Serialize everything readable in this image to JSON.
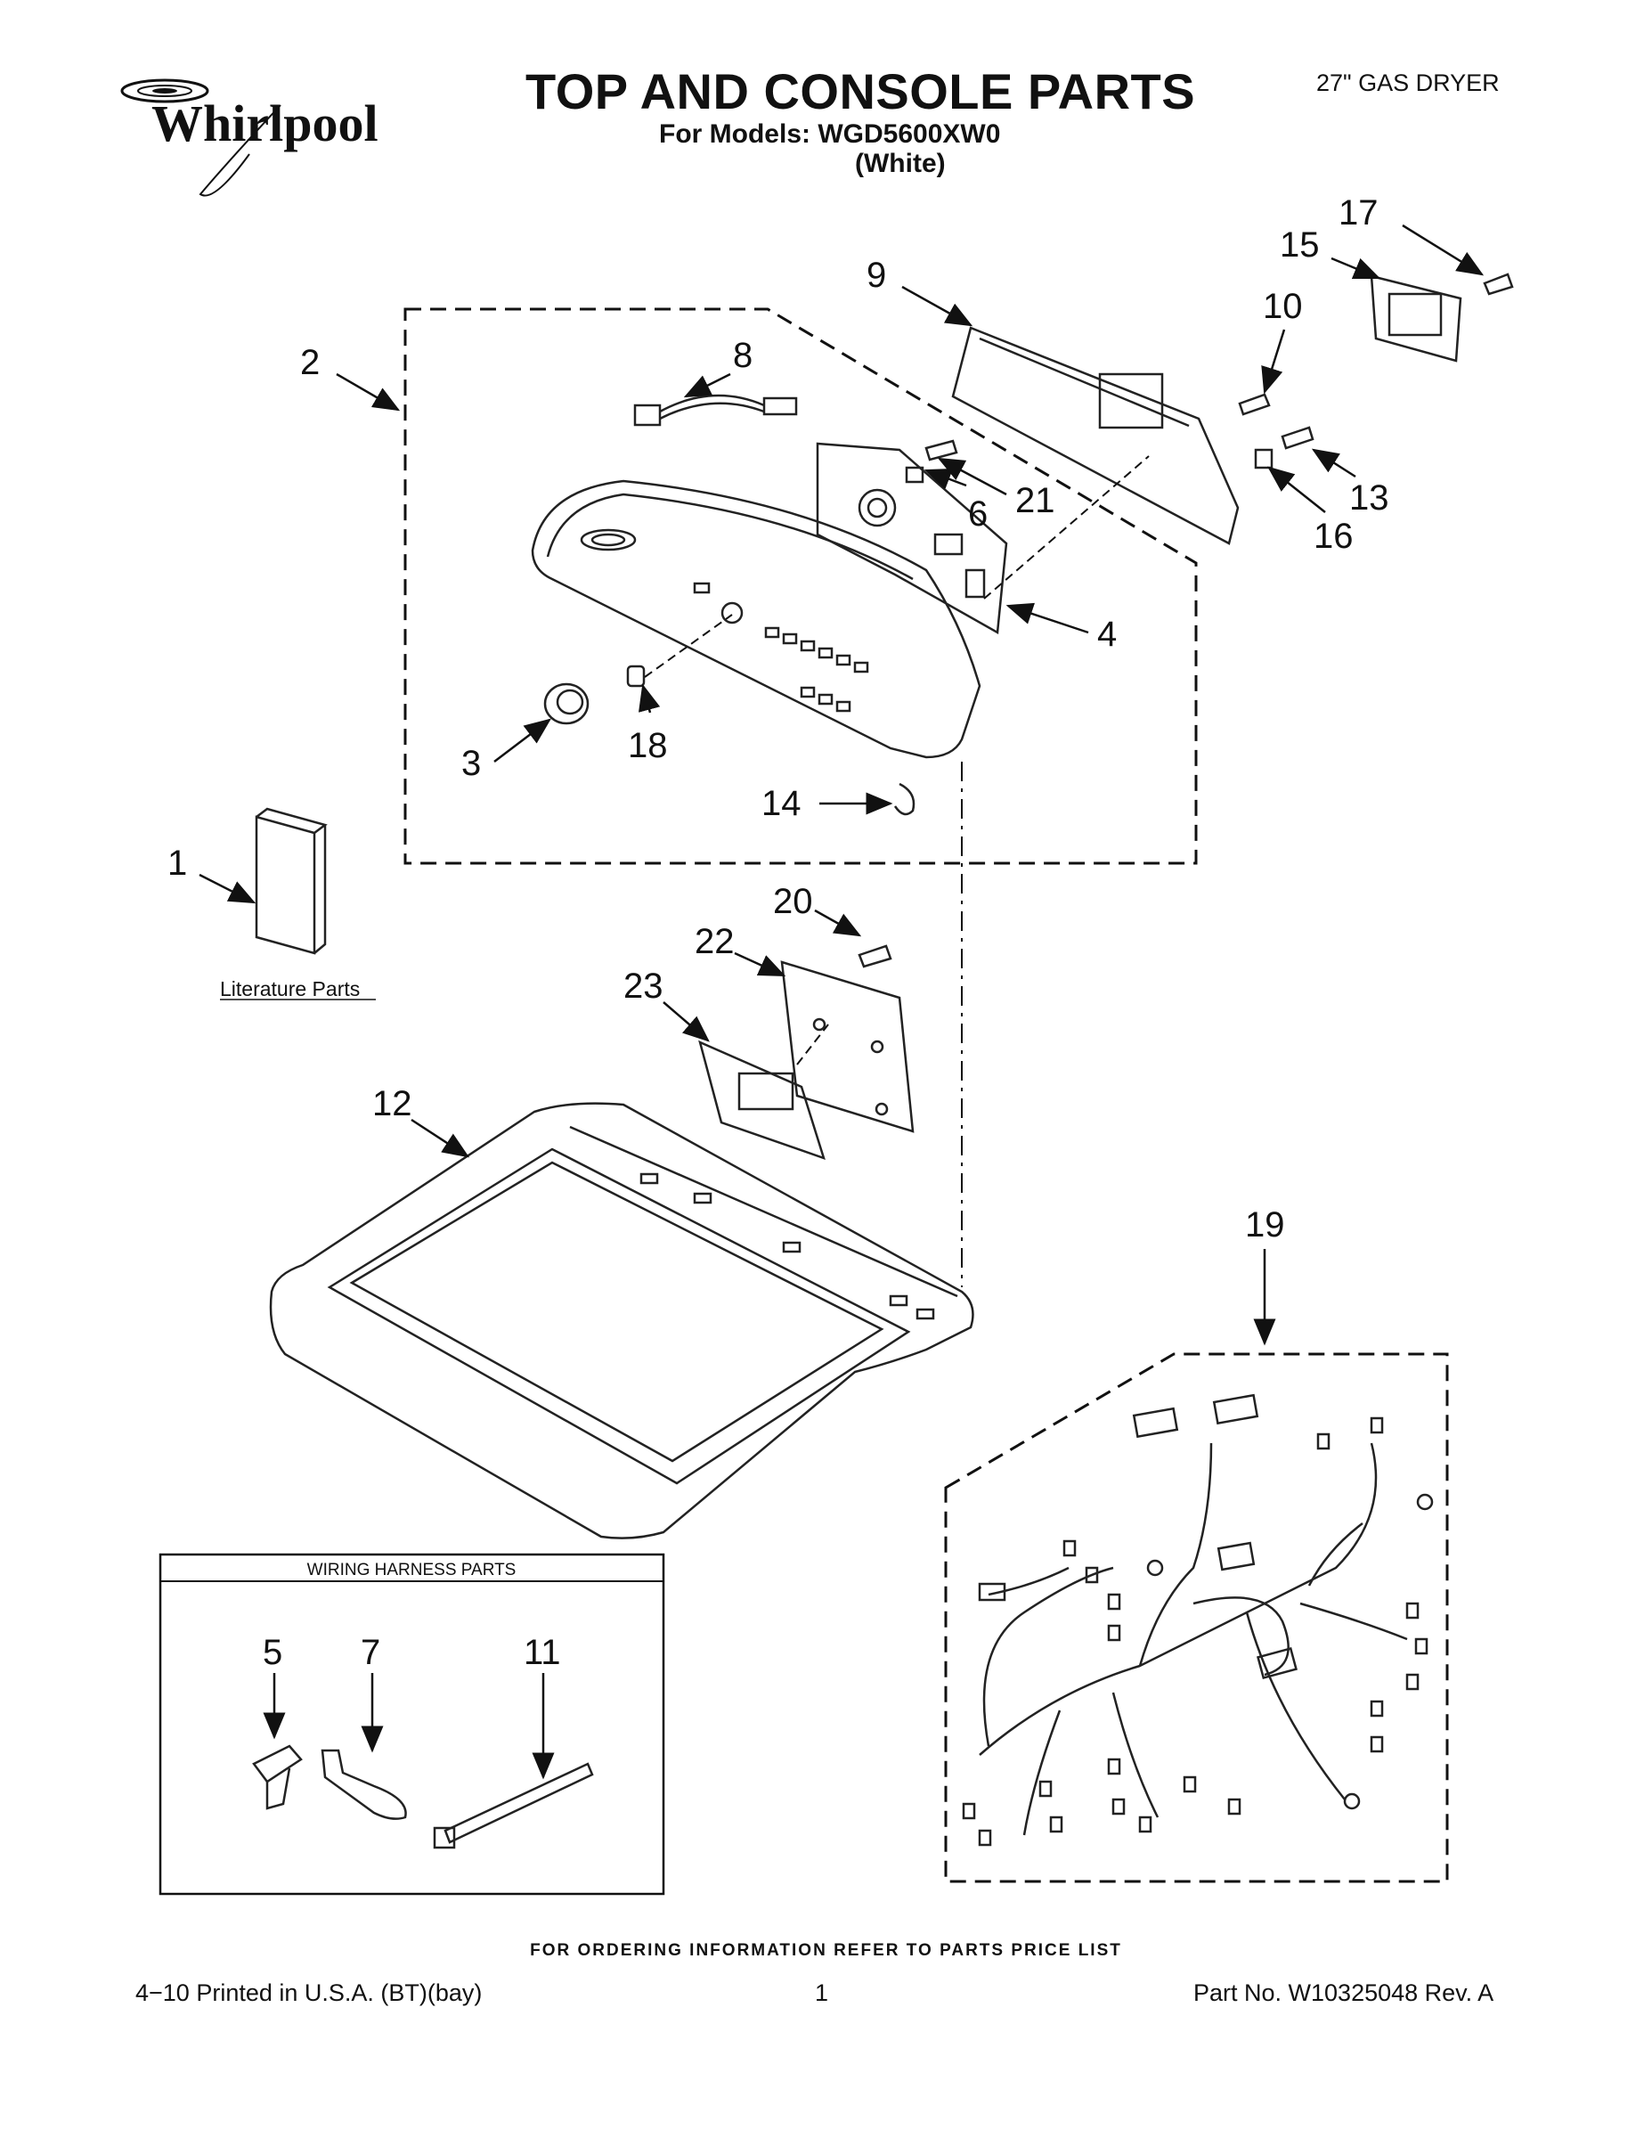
{
  "header": {
    "brand": "Whirlpool",
    "title": "TOP AND CONSOLE PARTS",
    "models_line": "For Models: WGD5600XW0",
    "color_line": "(White)",
    "product": "27\" GAS DRYER"
  },
  "callouts": {
    "c1": "1",
    "c2": "2",
    "c3": "3",
    "c4": "4",
    "c5": "5",
    "c6": "6",
    "c7": "7",
    "c8": "8",
    "c9": "9",
    "c10": "10",
    "c11": "11",
    "c12": "12",
    "c13": "13",
    "c14": "14",
    "c15": "15",
    "c16": "16",
    "c17": "17",
    "c18": "18",
    "c19": "19",
    "c20": "20",
    "c21": "21",
    "c22": "22",
    "c23": "23"
  },
  "literature_label": "Literature Parts",
  "wiring_box": {
    "title": "WIRING HARNESS PARTS"
  },
  "footer": {
    "ordering": "FOR ORDERING INFORMATION REFER TO PARTS PRICE LIST",
    "printed": "4−10 Printed in U.S.A. (BT)(bay)",
    "page": "1",
    "part_no": "Part No. W10325048 Rev. A"
  }
}
